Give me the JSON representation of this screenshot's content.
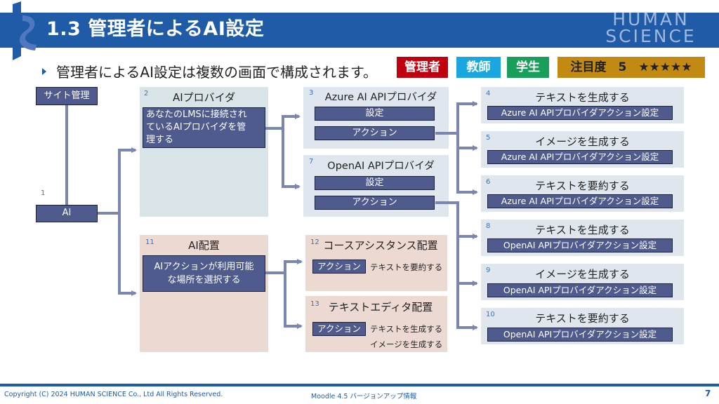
{
  "header": {
    "title": "1.3 管理者によるAI設定",
    "brand_line1": "HUMAN",
    "brand_line2": "SCIENCE",
    "accent_color": "#1f5ba6"
  },
  "bullet": "管理者によるAI設定は複数の画面で構成されます。",
  "tags": {
    "admin": "管理者",
    "teacher": "教師",
    "student": "学生",
    "attention": "注目度　5　★★★★★"
  },
  "diagram": {
    "site_admin": "サイト管理",
    "ai": {
      "num": "1",
      "label": "AI"
    },
    "providers": {
      "num": "2",
      "title": "AIプロバイダ",
      "desc_line1": "あなたのLMSに接続され",
      "desc_line2": "ているAIプロバイダを管",
      "desc_line3": "理する"
    },
    "azure": {
      "num": "3",
      "title": "Azure AI APIプロバイダ",
      "settings": "設定",
      "action": "アクション"
    },
    "openai": {
      "num": "7",
      "title": "OpenAI APIプロバイダ",
      "settings": "設定",
      "action": "アクション"
    },
    "placement": {
      "num": "11",
      "title": "AI配置",
      "desc_line1": "AIアクションが利用可能",
      "desc_line2": "な場所を選択する"
    },
    "course_assist": {
      "num": "12",
      "title": "コースアシスタンス配置",
      "action": "アクション",
      "item1": "テキストを要約する"
    },
    "text_editor": {
      "num": "13",
      "title": "テキストエディタ配置",
      "action": "アクション",
      "item1": "テキストを生成する",
      "item2": "イメージを生成する"
    },
    "actions": [
      {
        "num": "4",
        "title": "テキストを生成する",
        "setting": "Azure AI APIプロバイダアクション設定"
      },
      {
        "num": "5",
        "title": "イメージを生成する",
        "setting": "Azure AI APIプロバイダアクション設定"
      },
      {
        "num": "6",
        "title": "テキストを要約する",
        "setting": "Azure AI APIプロバイダアクション設定"
      },
      {
        "num": "8",
        "title": "テキストを生成する",
        "setting": "OpenAI APIプロバイダアクション設定"
      },
      {
        "num": "9",
        "title": "イメージを生成する",
        "setting": "OpenAI APIプロバイダアクション設定"
      },
      {
        "num": "10",
        "title": "テキストを要約する",
        "setting": "OpenAI APIプロバイダアクション設定"
      }
    ]
  },
  "footer": {
    "copyright": "Copyright (C) 2024 HUMAN SCIENCE Co., Ltd All Rights Reserved.",
    "center": "Moodle 4.5 バージョンアップ情報",
    "page": "7"
  }
}
